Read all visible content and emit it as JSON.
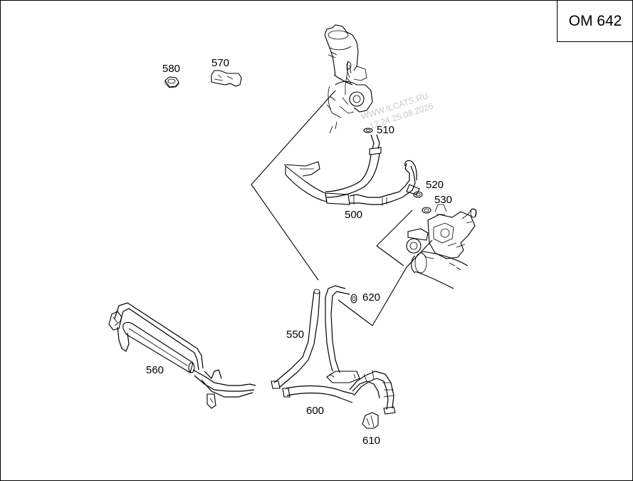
{
  "diagram_code": "OM 642",
  "watermark": {
    "line1": "WWW.ILCATS.RU",
    "line2": "12.24.25.08.2026"
  },
  "parts": {
    "p500": "500",
    "p510": "510",
    "p520": "520",
    "p530": "530",
    "p550": "550",
    "p560": "560",
    "p570": "570",
    "p580": "580",
    "p600": "600",
    "p610": "610",
    "p620": "620"
  }
}
